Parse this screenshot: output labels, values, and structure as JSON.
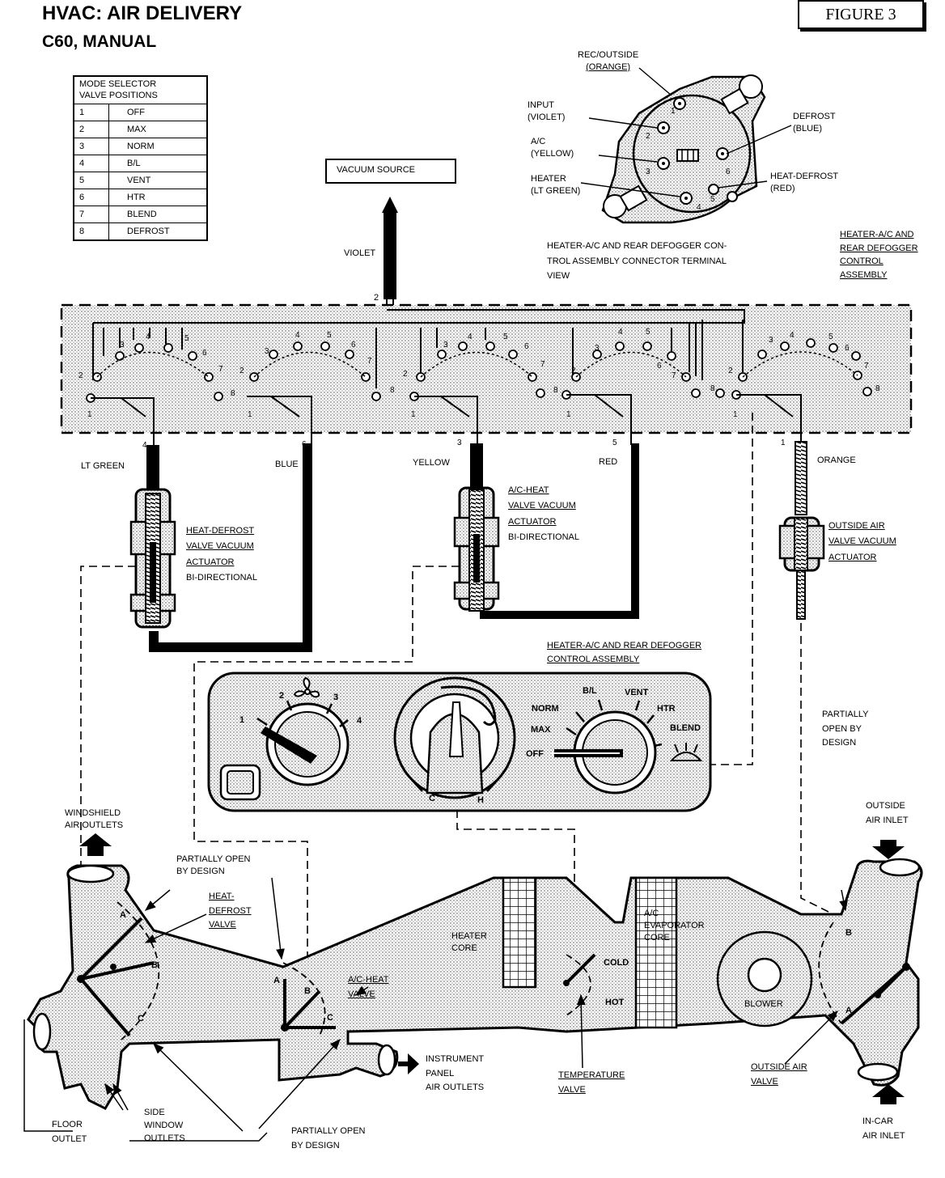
{
  "header": {
    "title": "HVAC: AIR DELIVERY",
    "subtitle": "C60, MANUAL",
    "figure": "FIGURE 3"
  },
  "mode_table": {
    "heading_1": "MODE SELECTOR",
    "heading_2": "VALVE POSITIONS",
    "rows": [
      {
        "num": "1",
        "name": "OFF"
      },
      {
        "num": "2",
        "name": "MAX"
      },
      {
        "num": "3",
        "name": "NORM"
      },
      {
        "num": "4",
        "name": "B/L"
      },
      {
        "num": "5",
        "name": "VENT"
      },
      {
        "num": "6",
        "name": "HTR"
      },
      {
        "num": "7",
        "name": "BLEND"
      },
      {
        "num": "8",
        "name": "DEFROST"
      }
    ]
  },
  "vacuum_source": "VACUUM SOURCE",
  "connector": {
    "rec_outside": "REC/OUTSIDE",
    "rec_outside_color": "(ORANGE)",
    "input": "INPUT",
    "input_color": "(VIOLET)",
    "ac": "A/C",
    "ac_color": "(YELLOW)",
    "heater": "HEATER",
    "heater_color": "(LT GREEN)",
    "defrost": "DEFROST",
    "defrost_color": "(BLUE)",
    "heat_defrost": "HEAT-DEFROST",
    "heat_defrost_color": "(RED)",
    "pin_labels": [
      "1",
      "2",
      "3",
      "4",
      "5",
      "6"
    ],
    "caption_1": "HEATER-A/C AND REAR DEFOGGER CON-",
    "caption_2": "TROL ASSEMBLY CONNECTOR TERMINAL",
    "caption_3": "VIEW"
  },
  "control_assembly_label": {
    "line1": "HEATER-A/C AND",
    "line2": "REAR DEFOGGER",
    "line3": "CONTROL",
    "line4": "ASSEMBLY"
  },
  "hoses": {
    "violet": "VIOLET",
    "violet_num": "2",
    "lt_green": "LT GREEN",
    "lt_green_num": "4",
    "blue": "BLUE",
    "blue_num": "6",
    "yellow": "YELLOW",
    "yellow_num": "3",
    "red": "RED",
    "red_num": "5",
    "orange": "ORANGE",
    "orange_num": "1"
  },
  "valve_numbers": {
    "nums": [
      "1",
      "2",
      "3",
      "4",
      "5",
      "6",
      "7",
      "8"
    ]
  },
  "actuators": {
    "heat_defrost": [
      "HEAT-DEFROST",
      "VALVE VACUUM",
      "ACTUATOR",
      "BI-DIRECTIONAL"
    ],
    "ac_heat": [
      "A/C-HEAT",
      "VALVE VACUUM",
      "ACTUATOR",
      "BI-DIRECTIONAL"
    ],
    "outside_air": [
      "OUTSIDE AIR",
      "VALVE VACUUM",
      "ACTUATOR"
    ]
  },
  "control_panel": {
    "label_1": "HEATER-A/C AND REAR DEFOGGER",
    "label_2": "CONTROL ASSEMBLY",
    "fan_positions": [
      "1",
      "2",
      "3",
      "4"
    ],
    "temp_cold": "C",
    "temp_hot": "H",
    "modes": {
      "off": "OFF",
      "max": "MAX",
      "norm": "NORM",
      "bl": "B/L",
      "vent": "VENT",
      "htr": "HTR",
      "blend": "BLEND"
    }
  },
  "duct": {
    "windshield": [
      "WINDSHIELD",
      "AIR OUTLETS"
    ],
    "partially_open_1": [
      "PARTIALLY OPEN",
      "BY DESIGN"
    ],
    "heat_defrost_valve": [
      "HEAT-",
      "DEFROST",
      "VALVE"
    ],
    "heater_core": [
      "HEATER",
      "CORE"
    ],
    "ac_evaporator": [
      "A/C",
      "EVAPORATOR",
      "CORE"
    ],
    "partially_open_right": [
      "PARTIALLY",
      "OPEN BY",
      "DESIGN"
    ],
    "outside_air_inlet": [
      "OUTSIDE",
      "AIR INLET"
    ],
    "cold": "COLD",
    "hot": "HOT",
    "blower": "BLOWER",
    "ac_heat_valve": [
      "A/C-HEAT",
      "VALVE"
    ],
    "instrument_panel": [
      "INSTRUMENT",
      "PANEL",
      "AIR OUTLETS"
    ],
    "temperature_valve": [
      "TEMPERATURE",
      "VALVE"
    ],
    "outside_air_valve": [
      "OUTSIDE AIR",
      "VALVE"
    ],
    "in_car_inlet": [
      "IN-CAR",
      "AIR INLET"
    ],
    "floor_outlet": [
      "FLOOR",
      "OUTLET"
    ],
    "side_window": [
      "SIDE",
      "WINDOW",
      "OUTLETS"
    ],
    "partially_open_bottom": [
      "PARTIALLY OPEN",
      "BY DESIGN"
    ],
    "door_letters": {
      "a": "A",
      "b": "B",
      "c": "C"
    }
  },
  "colors": {
    "ink": "#000000",
    "stipple": "#d6d6d6",
    "paper": "#ffffff"
  }
}
